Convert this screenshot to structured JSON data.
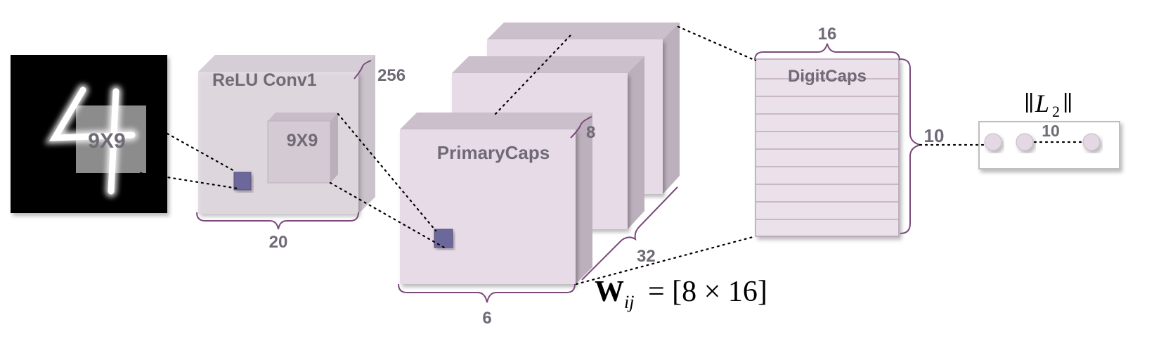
{
  "input": {
    "kernel_label": "9X9"
  },
  "conv1": {
    "title": "ReLU Conv1",
    "depth_label": "256",
    "width_label": "20",
    "kernel_label": "9X9"
  },
  "primary_caps": {
    "title": "PrimaryCaps",
    "depth_label": "8",
    "width_label": "6",
    "count_label": "32"
  },
  "digit_caps": {
    "title": "DigitCaps",
    "width_label": "16",
    "height_label": "10"
  },
  "output": {
    "norm_symbol": "L",
    "norm_subscript": "2",
    "count_label": "10"
  },
  "weight": {
    "symbol": "W",
    "subscript": "ij",
    "equation": "= [8 × 16]"
  },
  "colors": {
    "conv_front": "#ddd5dd",
    "conv_top": "#cfc5cf",
    "conv_side": "#c2b8c2",
    "caps_front": "#e6dbe6",
    "caps_top": "#cbbfcb",
    "caps_side": "#bdb0bd",
    "unit": "#6d679b",
    "brace": "#7a4a7a",
    "digit_row": "#eae1ea",
    "digit_line": "#b59fb5"
  }
}
